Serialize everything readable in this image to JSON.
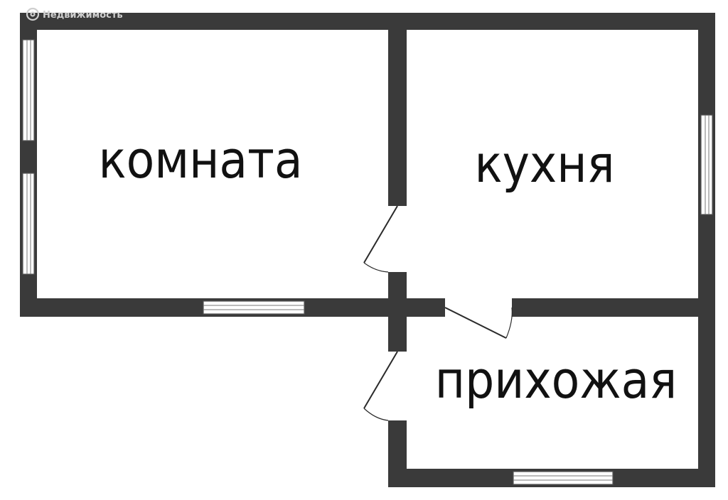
{
  "watermark": {
    "text": "Недвижимость",
    "icon": "location-pin-icon"
  },
  "rooms": {
    "komnata": {
      "label": "комната"
    },
    "kukhnya": {
      "label": "кухня"
    },
    "prikhozhaya": {
      "label": "прихожая"
    }
  },
  "colors": {
    "wall": "#3a3a3a",
    "background": "#ffffff",
    "text": "#111111"
  }
}
